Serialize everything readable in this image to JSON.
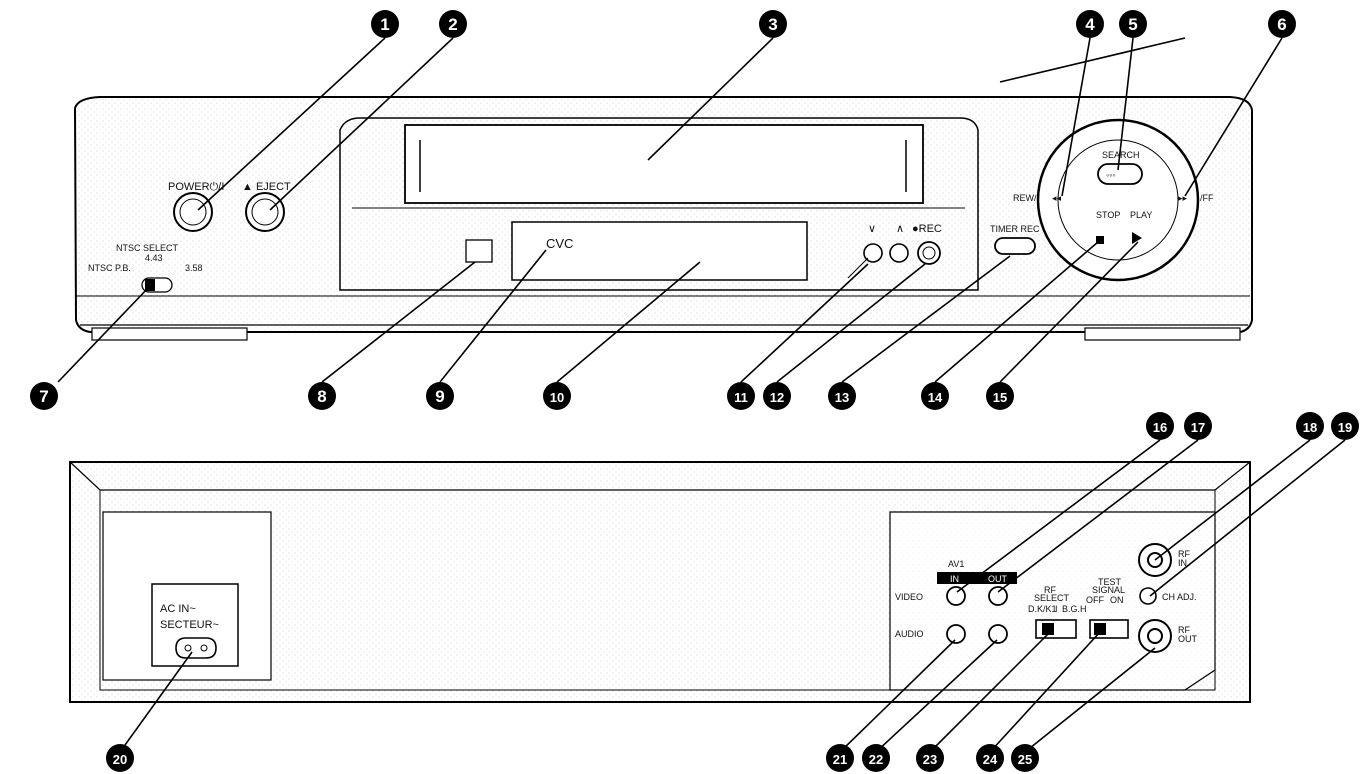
{
  "front": {
    "power_label": "POWER⏻/I",
    "eject_label": "▲ EJECT",
    "ntsc_select_label": "NTSC SELECT",
    "ntsc_443": "4.43",
    "ntsc_pb_label": "NTSC P.B.",
    "ntsc_358": "3.58",
    "display_text": "CVC",
    "ch_down": "∨",
    "ch_up": "∧",
    "rec_label": "●REC",
    "timer_rec_label": "TIMER REC",
    "rew_label": "REW/",
    "ff_label": "/FF",
    "search_label": "SEARCH",
    "stop_label": "STOP",
    "play_label": "PLAY"
  },
  "rear": {
    "ac_in_label": "AC IN~",
    "secteur_label": "SECTEUR~",
    "av1_label": "AV1",
    "in_label": "IN",
    "out_label": "OUT",
    "video_label": "VIDEO",
    "audio_label": "AUDIO",
    "rf_select_label": "RF",
    "rf_select_label2": "SELECT",
    "rf_dkk1": "D.K/K1",
    "rf_i": "I",
    "rf_bgh": "B.G.H",
    "test_label": "TEST",
    "signal_label": "SIGNAL",
    "off_label": "OFF",
    "on_label": "ON",
    "rf_in_label": "RF",
    "rf_in_label2": "IN",
    "ch_adj_label": "CH ADJ.",
    "rf_out_label": "RF",
    "rf_out_label2": "OUT"
  },
  "callouts": [
    "1",
    "2",
    "3",
    "4",
    "5",
    "6",
    "7",
    "8",
    "9",
    "10",
    "11",
    "12",
    "13",
    "14",
    "15",
    "16",
    "17",
    "18",
    "19",
    "20",
    "21",
    "22",
    "23",
    "24",
    "25"
  ]
}
